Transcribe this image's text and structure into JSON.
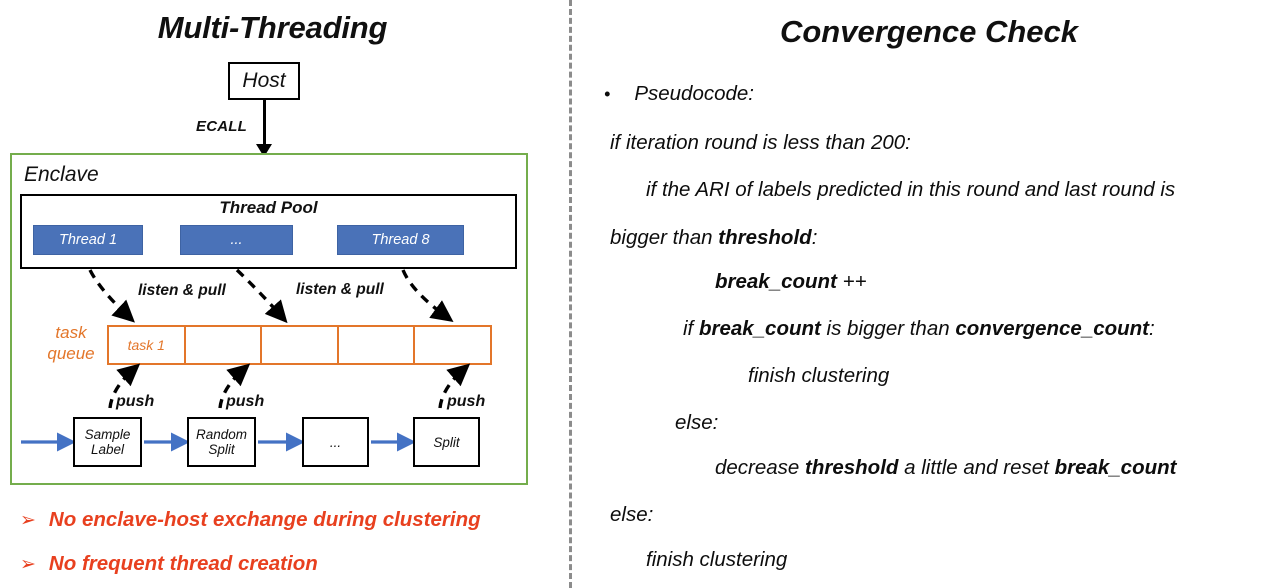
{
  "left": {
    "title": "Multi-Threading",
    "host": {
      "label": "Host"
    },
    "ecall": {
      "label": "ECALL"
    },
    "enclave": {
      "label": "Enclave"
    },
    "thread_pool": {
      "title": "Thread Pool",
      "threads": [
        {
          "label": "Thread 1"
        },
        {
          "label": "..."
        },
        {
          "label": "Thread 8"
        }
      ]
    },
    "listen_pull": [
      {
        "label": "listen & pull"
      },
      {
        "label": "listen & pull"
      }
    ],
    "task_queue": {
      "label_line1": "task",
      "label_line2": "queue",
      "cells": [
        {
          "label": "task 1"
        },
        {
          "label": ""
        },
        {
          "label": ""
        },
        {
          "label": ""
        },
        {
          "label": ""
        }
      ]
    },
    "push_labels": [
      {
        "label": "push"
      },
      {
        "label": "push"
      },
      {
        "label": "push"
      }
    ],
    "pipeline": [
      {
        "line1": "Sample",
        "line2": "Label"
      },
      {
        "line1": "Random",
        "line2": "Split"
      },
      {
        "line1": "...",
        "line2": ""
      },
      {
        "line1": "Split",
        "line2": ""
      }
    ],
    "bullets": [
      {
        "marker": "➢",
        "text": "No enclave-host exchange during clustering"
      },
      {
        "marker": "➢",
        "text": "No frequent thread creation"
      }
    ]
  },
  "right": {
    "title": "Convergence Check",
    "pseudocode_bullet": {
      "marker": "•",
      "label": "Pseudocode:"
    },
    "lines": [
      {
        "id": "cl-0",
        "html": "if iteration round is less than 200:"
      },
      {
        "id": "cl-1",
        "html": "if the ARI of labels predicted in this round and last round is"
      },
      {
        "id": "cl-2",
        "html": "bigger than <b>threshold</b>:"
      },
      {
        "id": "cl-3",
        "html": "<b>break_count</b> ++"
      },
      {
        "id": "cl-4",
        "html": "if <b>break_count</b> is bigger than <b>convergence_count</b>:"
      },
      {
        "id": "cl-5",
        "html": "finish clustering"
      },
      {
        "id": "cl-6",
        "html": "else:"
      },
      {
        "id": "cl-7",
        "html": "decrease <b>threshold</b> a little and reset <b>break_count</b>"
      },
      {
        "id": "cl-8",
        "html": "else:"
      },
      {
        "id": "cl-9",
        "html": "finish clustering"
      }
    ]
  },
  "colors": {
    "enclave_border": "#74AD4C",
    "thread_chip": "#4A72B8",
    "task_queue": "#E3762A",
    "pipeline_arrow": "#4472C4",
    "bullet_text": "#E8401F",
    "divider": "#8C8C8C"
  }
}
